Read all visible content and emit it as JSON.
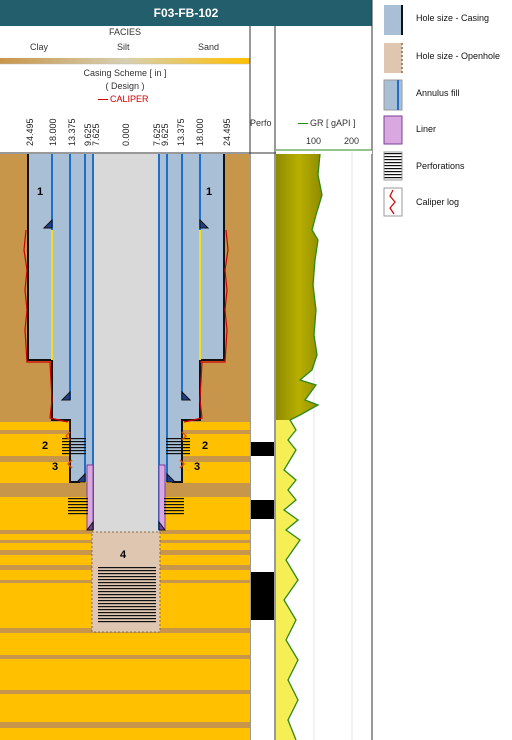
{
  "title": "F03-FB-102",
  "facies": {
    "header": "FACIES",
    "labels": [
      "Clay",
      "Silt",
      "Sand"
    ],
    "colors": {
      "clay": "#c8964a",
      "silt": "#d7cfb2",
      "sand": "#ffc000"
    }
  },
  "casing_scheme": {
    "header": "Casing Scheme [ in ]",
    "subheader": "( Design )",
    "caliper_label": "CALIPER",
    "ticks": [
      "24.495",
      "18.000",
      "13.375",
      "9.625",
      "7.625",
      "0.000",
      "7.625",
      "9.625",
      "13.375",
      "18.000",
      "24.495"
    ],
    "callouts": [
      "1",
      "1",
      "2",
      "2",
      "3",
      "3",
      "4"
    ]
  },
  "perforation_track": {
    "header": "Perfo"
  },
  "gr_track": {
    "label": "GR [ gAPI ]",
    "ticks": [
      "100",
      "200"
    ],
    "color": "#2b8a1e"
  },
  "legend": [
    {
      "label": "Hole size - Casing"
    },
    {
      "label": "Hole size - Openhole"
    },
    {
      "label": "Annulus fill"
    },
    {
      "label": "Liner"
    },
    {
      "label": "Perforations"
    },
    {
      "label": "Caliper log"
    }
  ]
}
